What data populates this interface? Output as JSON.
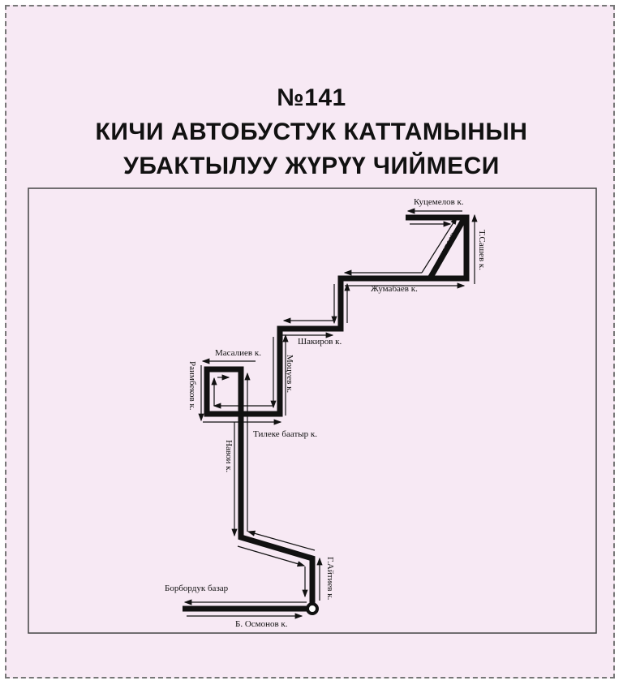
{
  "title": {
    "line1": "№141",
    "line2": "КИЧИ АВТОБУСТУК КАТТАМЫНЫН",
    "line3": "УБАКТЫЛУУ ЖҮРҮҮ ЧИЙМЕСИ"
  },
  "streets": {
    "kutsemelov": "Куцемелов к.",
    "tsashev": "Т.Сашев к.",
    "salish": "С. Алиш к.",
    "zhumabaev": "Жумабаев к.",
    "shakirov": "Шакиров к.",
    "masaliev": "Масалиев к.",
    "moltsuev": "Моцуев к.",
    "raimbekov": "Раимбеков к.",
    "tileke": "Тилеке баатыр к.",
    "navoi": "Навои к.",
    "aitiev": "Г.Айтиев к.",
    "bazar": "Борбордук базар",
    "osmonov": "Б. Осмонов к."
  }
}
